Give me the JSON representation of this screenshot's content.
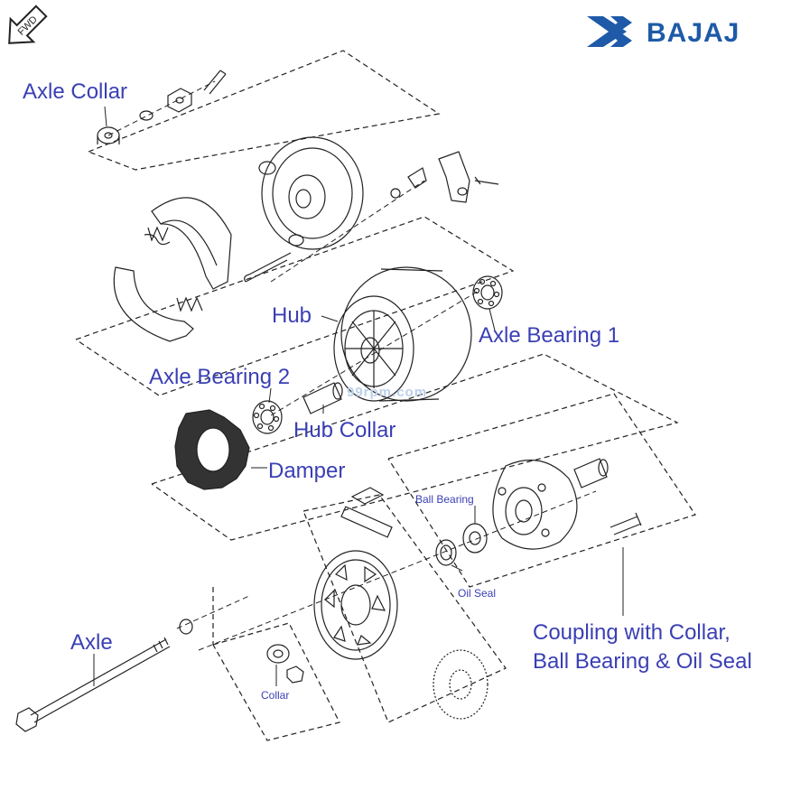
{
  "brand": {
    "name": "BAJAJ",
    "color": "#1e5aa8"
  },
  "fwd_badge": {
    "label": "FWD"
  },
  "watermark": "99rpm.com",
  "label_color": "#3a3fb4",
  "labels": {
    "axle_collar": "Axle Collar",
    "hub": "Hub",
    "axle_bearing_1": "Axle Bearing 1",
    "axle_bearing_2": "Axle Bearing 2",
    "hub_collar": "Hub Collar",
    "damper": "Damper",
    "ball_bearing": "Ball Bearing",
    "oil_seal": "Oil Seal",
    "coupling_line1": "Coupling with Collar,",
    "coupling_line2": "Ball Bearing & Oil Seal",
    "axle": "Axle",
    "collar": "Collar"
  }
}
